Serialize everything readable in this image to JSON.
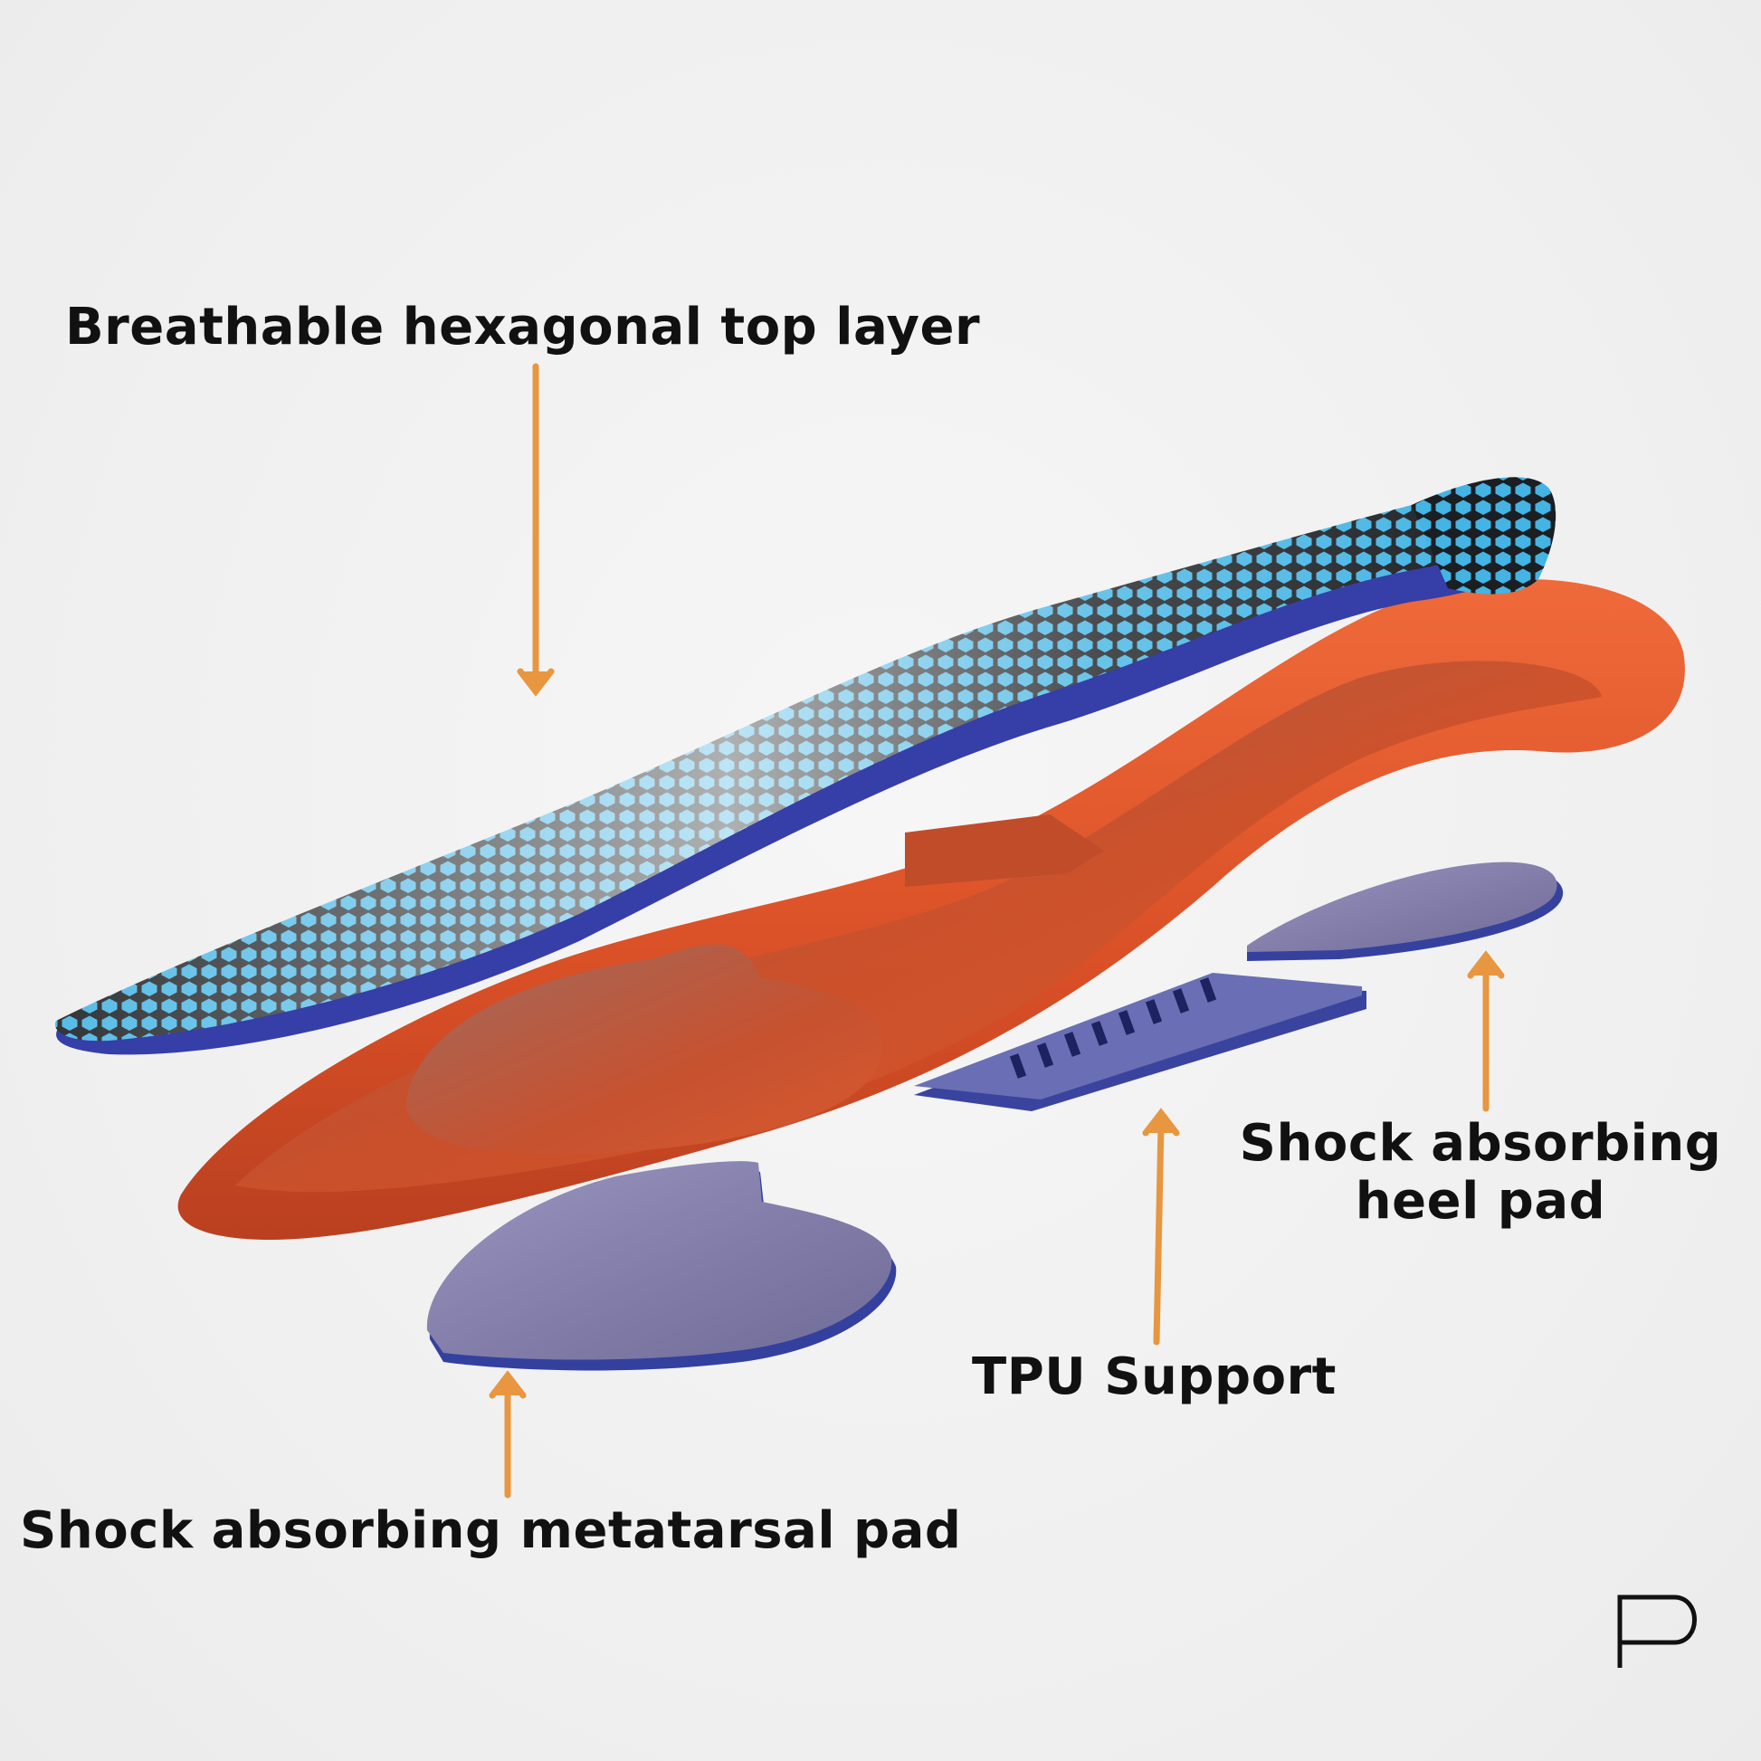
{
  "labels": {
    "top_layer": "Breathable hexagonal top layer",
    "heel_pad_line1": "Shock absorbing",
    "heel_pad_line2": "heel pad",
    "tpu_support": "TPU Support",
    "metatarsal_pad": "Shock absorbing metatarsal pad"
  },
  "colors": {
    "arrow": "#e8963f",
    "top_layer_mesh": "#3aa8d8",
    "top_layer_base": "#3a3fae",
    "shell": "#e0552a",
    "pad_face": "#8a87b4",
    "pad_edge": "#35409f",
    "text": "#111111"
  },
  "logo": {
    "icon": "p-logo-icon"
  }
}
